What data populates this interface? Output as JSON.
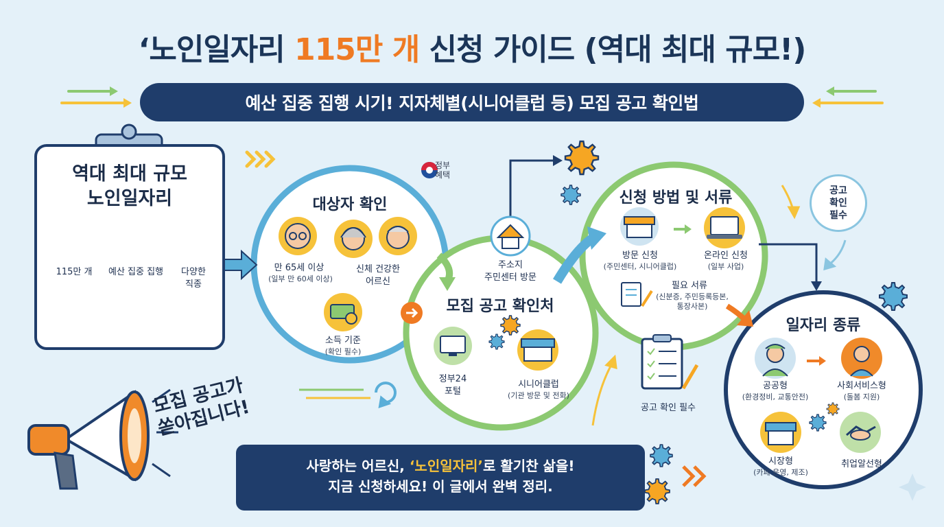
{
  "title": {
    "prefix": "‘노인일자리 ",
    "highlight": "115만 개",
    "suffix": " 신청 가이드 (역대 최대 규모!)"
  },
  "subtitle": "예산 집중 집행 시기! 지자체별(시니어클럽 등) 모집 공고 확인법",
  "board": {
    "title_line1": "역대 최대 규모",
    "title_line2": "노인일자리",
    "items": [
      {
        "icon": "growth-chart-icon",
        "label": "115만 개"
      },
      {
        "icon": "money-bag-icon",
        "label": "예산 집중 집행"
      },
      {
        "icon": "briefcase-icon",
        "label": "다양한\n직종"
      }
    ]
  },
  "gov_badge": {
    "line1": "정부",
    "line2": "혜택"
  },
  "target": {
    "heading": "대상자 확인",
    "age_label": "만 65세 이상",
    "age_note": "(일부 만 60세 이상)",
    "health_label": "신체 건강한\n어르신",
    "income_label": "소득 기준",
    "income_note": "(확인 필수)"
  },
  "notice": {
    "house_label": "주소지\n주민센터 방문",
    "heading": "모집 공고 확인처",
    "portal_label": "정부24\n포털",
    "club_label": "시니어클럽",
    "club_note": "(기관 방문 및 전화)"
  },
  "apply": {
    "heading": "신청 방법 및 서류",
    "visit_label": "방문 신청",
    "visit_note": "(주민센터, 시니어클럽)",
    "online_label": "온라인 신청",
    "online_note": "(일부 사업)",
    "docs_label": "필요 서류",
    "docs_note": "(신분증, 주민등록등본,\n통장사본)"
  },
  "clipboard_label": "공고 확인 필수",
  "side_badge": "공고\n확인\n필수",
  "jobs": {
    "heading": "일자리 종류",
    "public_label": "공공형",
    "public_note": "(환경정비, 교통안전)",
    "social_label": "사회서비스형",
    "social_note": "(돌봄 지원)",
    "market_label": "시장형",
    "market_note": "(카페 운영, 제조)",
    "employ_label": "취업알선형"
  },
  "burst_text": "모집 공고가\n쏟아집니다!",
  "banner": {
    "line1_prefix": "사랑하는 어르신, ",
    "line1_highlight": "‘노인일자리’",
    "line1_suffix": "로 활기찬 삶을!",
    "line2": "지금 신청하세요! 이 글에서 완벽 정리."
  },
  "colors": {
    "navy": "#1f3d6b",
    "orange": "#ef7a23",
    "circle_blue": "#5aaed8",
    "circle_green": "#8cc971",
    "gold": "#f6c23a",
    "background": "#e4f1f9"
  }
}
